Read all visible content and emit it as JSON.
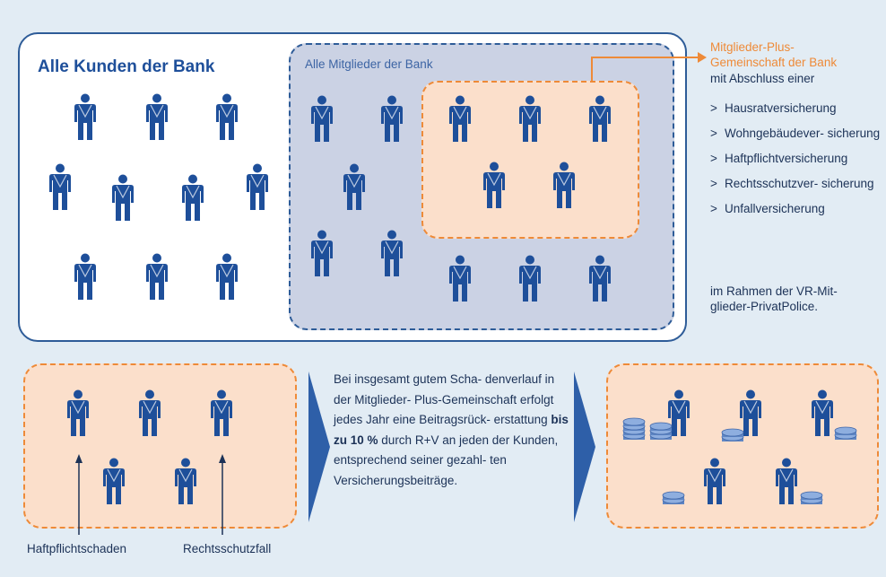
{
  "colors": {
    "background": "#e2ecf4",
    "primary_blue": "#1e4f9a",
    "orange": "#ee8a38",
    "peach_fill": "#fbdfcb",
    "member_fill": "#cbd2e4",
    "text_dark": "#1c3257"
  },
  "icons": [
    "person-icon",
    "coin-stack-icon",
    "chevron-arrow-icon",
    "up-arrow-icon"
  ],
  "customers_box": {
    "title": "Alle Kunden der Bank"
  },
  "members_box": {
    "title": "Alle Mitglieder der Bank"
  },
  "plus_panel": {
    "title_line1": "Mitglieder-Plus-",
    "title_line2": "Gemeinschaft der Bank",
    "subtitle": "mit Abschluss einer",
    "marker": ">",
    "items": [
      "Hausratversicherung",
      "Wohngebäudever- sicherung",
      "Haftpflichtversicherung",
      "Rechtsschutzver- sicherung",
      "Unfallversicherung"
    ],
    "footer": "im Rahmen der VR-Mit- glieder-PrivatPolice."
  },
  "middle_text": {
    "part1": "Bei insgesamt gutem Scha- denverlauf in der Mitglieder- Plus-Gemeinschaft erfolgt jedes Jahr eine Beitragsrück- erstattung",
    "bold": "bis zu 10 %",
    "part2": "durch R+V an jeden der Kunden, entsprechend seiner gezahl- ten Versicherungsbeiträge."
  },
  "bottom_labels": {
    "liability": "Haftpflichtschaden",
    "legal": "Rechtsschutzfall"
  }
}
